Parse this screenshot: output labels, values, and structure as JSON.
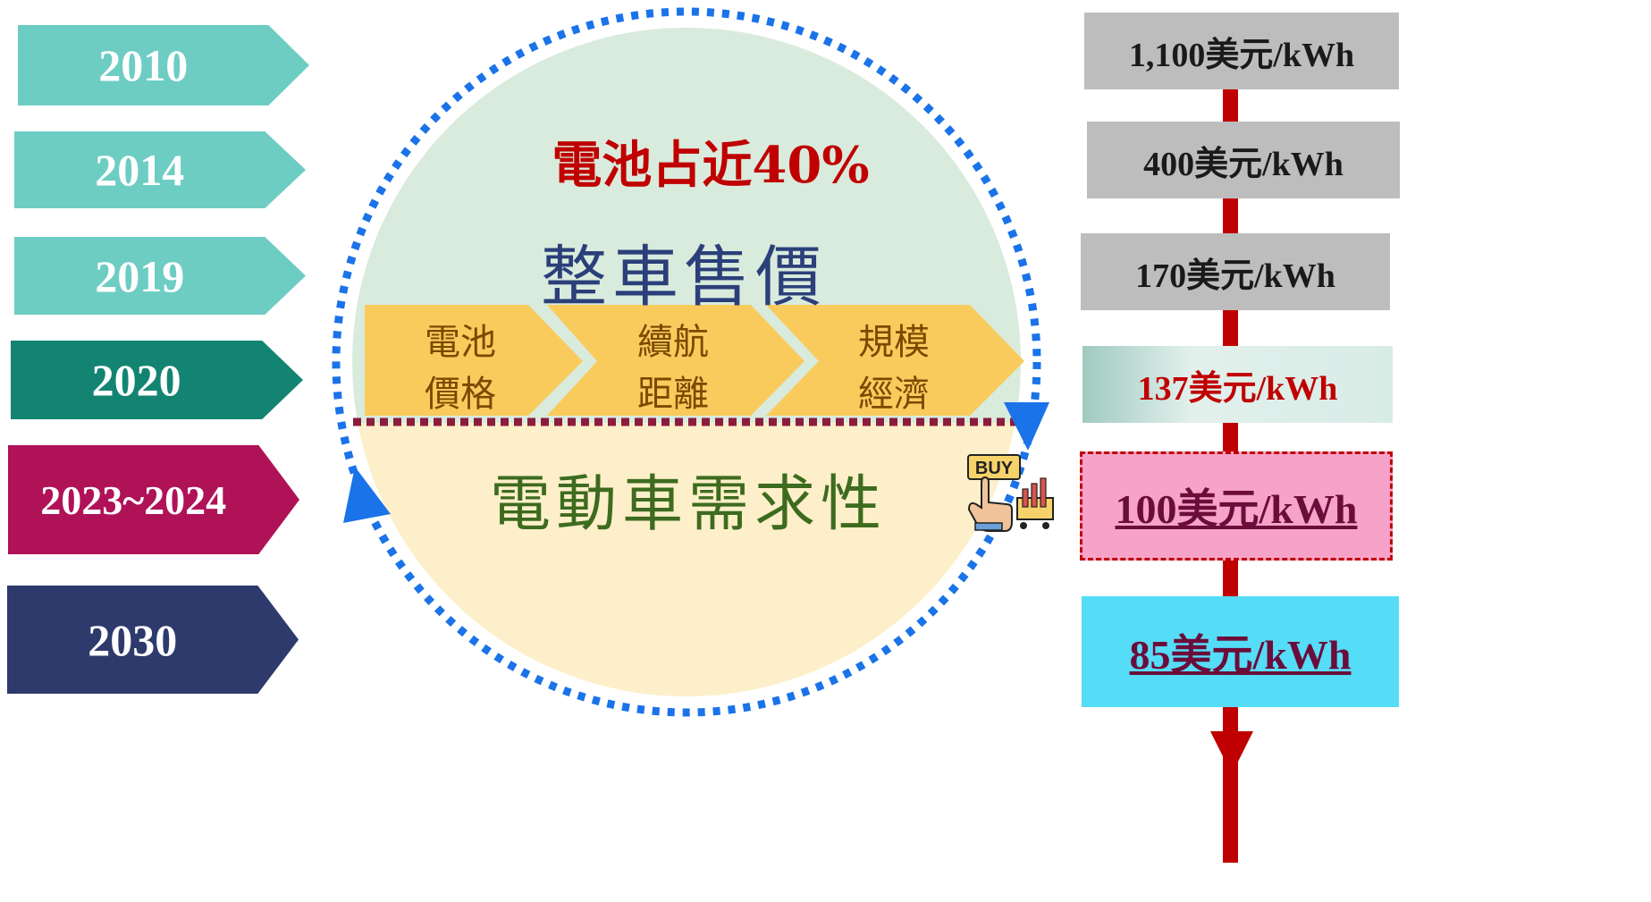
{
  "years": [
    {
      "label": "2010",
      "color": "#6dcdc3"
    },
    {
      "label": "2014",
      "color": "#6dcdc3"
    },
    {
      "label": "2019",
      "color": "#6dcdc3"
    },
    {
      "label": "2020",
      "color": "#138472"
    },
    {
      "label": "2023~2024",
      "color": "#b01257"
    },
    {
      "label": "2030",
      "color": "#2d3a6b"
    }
  ],
  "circle": {
    "battery_share": "電池占近40%",
    "vehicle_price": "整車售價",
    "ev_demand": "電動車需求性",
    "factors": [
      {
        "line1": "電池",
        "line2": "價格"
      },
      {
        "line1": "續航",
        "line2": "距離"
      },
      {
        "line1": "規模",
        "line2": "經濟"
      }
    ],
    "buy_icon": {
      "name": "buy-icon",
      "label": "BUY"
    }
  },
  "prices": [
    {
      "label": "1,100美元/kWh",
      "bg": "#bdbdbd",
      "color": "#1a1a1a"
    },
    {
      "label": "400美元/kWh",
      "bg": "#bdbdbd",
      "color": "#1a1a1a"
    },
    {
      "label": "170美元/kWh",
      "bg": "#bdbdbd",
      "color": "#1a1a1a"
    },
    {
      "label": "137美元/kWh",
      "bg": "#cfe6df",
      "color": "#c00000"
    },
    {
      "label": "100美元/kWh",
      "bg": "#f6a2c9",
      "color": "#6b0d3a"
    },
    {
      "label": "85美元/kWh",
      "bg": "#55dcf7",
      "color": "#6b0d3a"
    }
  ],
  "colors": {
    "accent_red": "#c00000",
    "navy": "#2b3f7a",
    "green": "#3d6b1f",
    "dotted_blue": "#1a73e8",
    "arrow_red": "#c00000"
  }
}
